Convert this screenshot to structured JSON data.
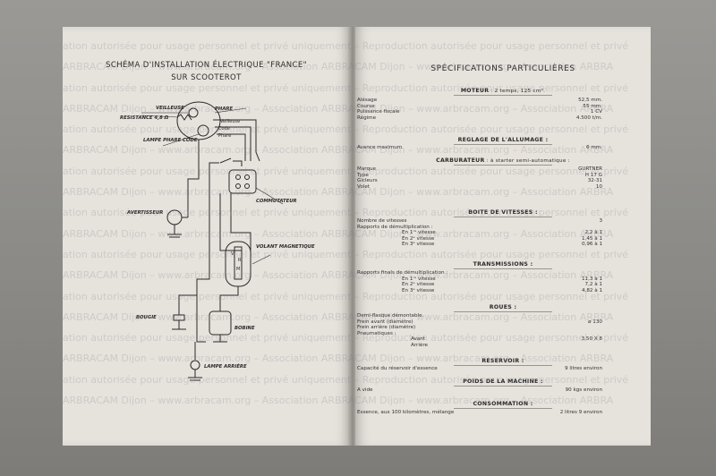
{
  "watermark": {
    "lines": [
      "ation autorisée pour usage personnel et privé uniquement – Reproduction autorisée pour usage personnel et privé",
      "ARBRACAM Dijon – www.arbracam.org – Association ARBRACAM Dijon – www.arbracam.org – Association ARBRA",
      "ation autorisée pour usage personnel et privé uniquement – Reproduction autorisée pour usage personnel et privé",
      "ARBRACAM Dijon – www.arbracam.org – Association ARBRACAM Dijon – www.arbracam.org – Association ARBRA",
      "ation autorisée pour usage personnel et privé uniquement – Reproduction autorisée pour usage personnel et privé",
      "ARBRACAM Dijon – www.arbracam.org – Association ARBRACAM Dijon – www.arbracam.org – Association ARBRA",
      "ation autorisée pour usage personnel et privé uniquement – Reproduction autorisée pour usage personnel et privé",
      "ARBRACAM Dijon – www.arbracam.org – Association ARBRACAM Dijon – www.arbracam.org – Association ARBRA",
      "ation autorisée pour usage personnel et privé uniquement – Reproduction autorisée pour usage personnel et privé",
      "ARBRACAM Dijon – www.arbracam.org – Association ARBRACAM Dijon – www.arbracam.org – Association ARBRA",
      "ation autorisée pour usage personnel et privé uniquement – Reproduction autorisée pour usage personnel et privé",
      "ARBRACAM Dijon – www.arbracam.org – Association ARBRACAM Dijon – www.arbracam.org – Association ARBRA",
      "ation autorisée pour usage personnel et privé uniquement – Reproduction autorisée pour usage personnel et privé",
      "ARBRACAM Dijon – www.arbracam.org – Association ARBRACAM Dijon – www.arbracam.org – Association ARBRA",
      "ation autorisée pour usage personnel et privé uniquement – Reproduction autorisée pour usage personnel et privé",
      "ARBRACAM Dijon – www.arbracam.org – Association ARBRACAM Dijon – www.arbracam.org – Association ARBRA",
      "ation autorisée pour usage personnel et privé uniquement – Reproduction autorisée pour usage personnel et privé",
      "ARBRACAM Dijon – www.arbracam.org – Association ARBRACAM Dijon – www.arbracam.org – Association ARBRA"
    ]
  },
  "left": {
    "title_line1": "SCHÉMA D'INSTALLATION ÉLECTRIQUE \"FRANCE\"",
    "title_line2": "SUR SCOOTEROT",
    "labels": {
      "veilleuse": "VEILLEUSE",
      "phare": "PHARE",
      "resistance": "RESISTANCE 4,8 Ω",
      "veilleuse_small": "Veilleuse",
      "code": "Code",
      "phare_small": "Phare",
      "lampe_phare_code": "LAMPE PHARE CODE",
      "commutateur": "COMMUTATEUR",
      "avertisseur": "AVERTISSEUR",
      "volant_magnetique": "VOLANT MAGNETIQUE",
      "v": "V",
      "m": "M",
      "r": "R",
      "bougie": "BOUGIE",
      "bobine": "BOBINE",
      "lampe_arriere": "LAMPE ARRIÈRE"
    }
  },
  "right": {
    "title": "SPÉCIFICATIONS PARTICULIÈRES",
    "moteur": {
      "head": "MOTEUR",
      "note": ": 2 temps, 125 cm³.",
      "rows": [
        {
          "k": "Alésage",
          "v": "52,5 mm."
        },
        {
          "k": "Course",
          "v": "55 mm."
        },
        {
          "k": "Puissance fiscale",
          "v": "1 CV"
        },
        {
          "k": "Régime",
          "v": "4.500 t/m."
        }
      ]
    },
    "allumage": {
      "head": "REGLAGE DE L'ALLUMAGE :",
      "rows": [
        {
          "k": "Avance maximum",
          "v": "6 mm."
        }
      ]
    },
    "carburateur": {
      "head": "CARBURATEUR",
      "note": ": à starter semi-automatique :",
      "rows": [
        {
          "k": "Marque",
          "v": "GURTNER"
        },
        {
          "k": "Type",
          "v": "H 17 G"
        },
        {
          "k": "Gicleurs",
          "v": "32-31"
        },
        {
          "k": "Volet",
          "v": "10"
        }
      ]
    },
    "boite": {
      "head": "BOITE DE VITESSES :",
      "rows": [
        {
          "k": "Nombre de vitesses",
          "v": "3"
        },
        {
          "k": "Rapports de démultiplication :",
          "v": ""
        },
        {
          "k": "En 1ʳᵉ vitesse",
          "v": "2,2 à 1"
        },
        {
          "k": "En 2ᵉ vitesse",
          "v": "1,45 à 1"
        },
        {
          "k": "En 3ᵉ vitesse",
          "v": "0,96 à 1"
        }
      ]
    },
    "transmissions": {
      "head": "TRANSMISSIONS :",
      "rows": [
        {
          "k": "Rapports finals de démultiplication :",
          "v": ""
        },
        {
          "k": "En 1ʳᵉ vitesse",
          "v": "11,3 à 1"
        },
        {
          "k": "En 2ᵉ vitesse",
          "v": "7,2 à 1"
        },
        {
          "k": "En 3ᵉ vitesse",
          "v": "4,82 à 1"
        }
      ]
    },
    "roues": {
      "head": "ROUES :",
      "rows": [
        {
          "k": "Demi-flasque démontable.",
          "v": ""
        },
        {
          "k": "Frein avant (diamètre)",
          "v": "ø 130"
        },
        {
          "k": "Frein arrière (diamètre)",
          "v": ""
        },
        {
          "k": "Pneumatiques :",
          "v": ""
        },
        {
          "k": "Avant",
          "v": "3,50 X 8"
        },
        {
          "k": "Arrière",
          "v": ""
        }
      ]
    },
    "reservoir": {
      "head": "RESERVOIR :",
      "rows": [
        {
          "k": "Capacité du réservoir d'essence",
          "v": "9 litres environ"
        }
      ]
    },
    "poids": {
      "head": "POIDS DE LA MACHINE :",
      "rows": [
        {
          "k": "A vide",
          "v": "90 kgs environ"
        }
      ]
    },
    "consommation": {
      "head": "CONSOMMATION :",
      "rows": [
        {
          "k": "Essence, aux 100 kilomètres, mélange",
          "v": "2 litres 9 environ"
        }
      ]
    }
  }
}
